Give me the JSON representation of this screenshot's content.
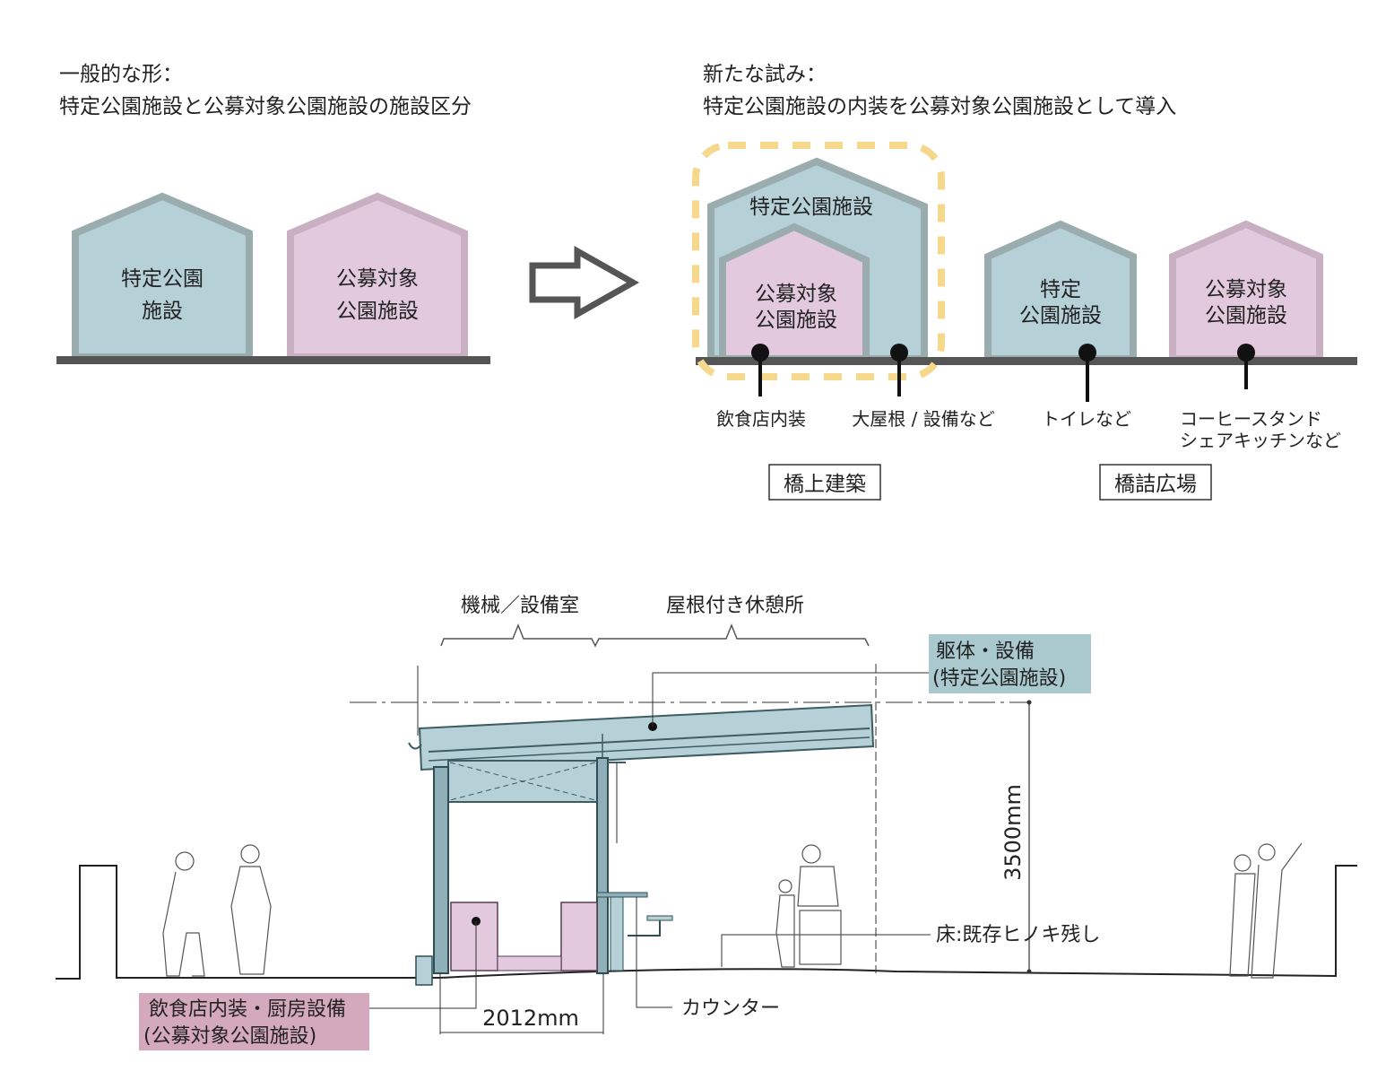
{
  "left_heading": {
    "line1": "一般的な形：",
    "line2": "特定公園施設と公募対象公園施設の施設区分"
  },
  "right_heading": {
    "line1": "新たな試み：",
    "line2": "特定公園施設の内装を公募対象公園施設として導入"
  },
  "left_houses": [
    {
      "line1": "特定公園",
      "line2": "施設"
    },
    {
      "line1": "公募対象",
      "line2": "公園施設"
    }
  ],
  "right_houses": {
    "outer": "特定公園施設",
    "inner": {
      "line1": "公募対象",
      "line2": "公園施設"
    },
    "third": {
      "line1": "特定",
      "line2": "公園施設"
    },
    "fourth": {
      "line1": "公募対象",
      "line2": "公園施設"
    }
  },
  "pin_labels": [
    "飲食店内装",
    "大屋根 / 設備など",
    "トイレなど",
    "コーヒースタンド",
    "シェアキッチンなど"
  ],
  "group_labels": [
    "橋上建築",
    "橋詰広場"
  ],
  "section": {
    "top_labels": [
      "機械／設備室",
      "屋根付き休憩所"
    ],
    "structure_label": {
      "line1": "躯体・設備",
      "line2": "(特定公園施設)"
    },
    "interior_label": {
      "line1": "飲食店内装・厨房設備",
      "line2": "(公募対象公園施設)"
    },
    "height_dim": "3500mm",
    "width_dim": "2012mm",
    "counter_label": "カウンター",
    "floor_label": "床:既存ヒノキ残し"
  },
  "colors": {
    "blue_fill": "#b6d0d8",
    "blue_border": "#9aacae",
    "pink_fill": "#e3c9dd",
    "pink_border": "#c8b0c2",
    "highlight": "#f5d88c",
    "structure_tag": "#a9c9cf",
    "interior_tag": "#d5a9bd"
  }
}
